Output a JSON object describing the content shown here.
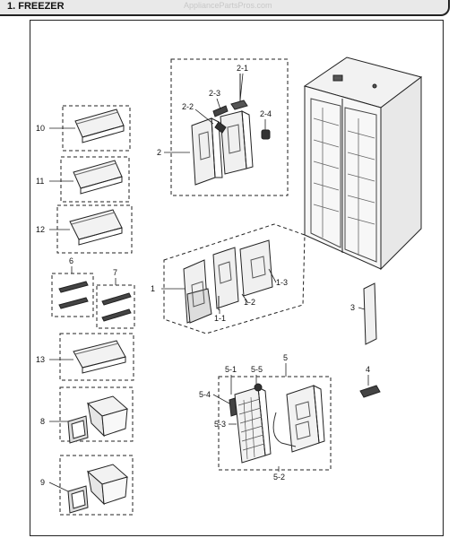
{
  "header": {
    "title": "1. FREEZER",
    "watermark": "AppliancePartsPros.com"
  },
  "labels": {
    "l1": "1",
    "l1_1": "1-1",
    "l1_2": "1-2",
    "l1_3": "1-3",
    "l2": "2",
    "l2_1": "2-1",
    "l2_2": "2-2",
    "l2_3": "2-3",
    "l2_4": "2-4",
    "l3": "3",
    "l4": "4",
    "l5": "5",
    "l5_1": "5-1",
    "l5_2": "5-2",
    "l5_3": "5-3",
    "l5_4": "5-4",
    "l5_5": "5-5",
    "l6": "6",
    "l7": "7",
    "l8": "8",
    "l9": "9",
    "l10": "10",
    "l11": "11",
    "l12": "12",
    "l13": "13"
  }
}
